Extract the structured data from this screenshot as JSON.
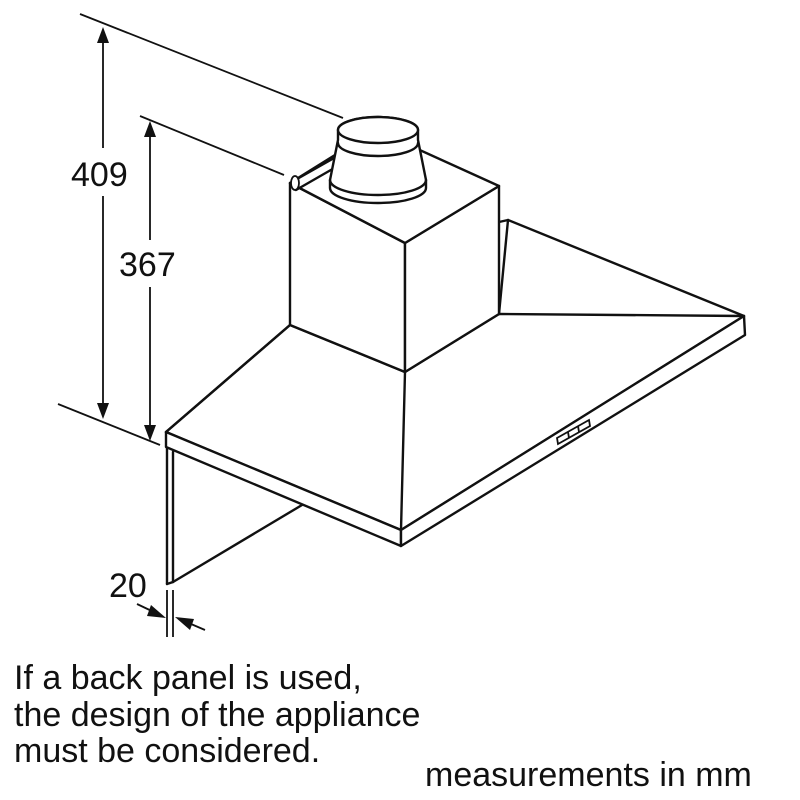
{
  "diagram": {
    "subject": "wall-mounted chimney cooker hood, isometric dimension drawing",
    "dimensions": {
      "overall_height": "409",
      "canopy_to_top_height": "367",
      "back_panel_thickness": "20"
    },
    "note": {
      "lines": [
        "If a back panel is used,",
        "the design of the appliance",
        "must be considered."
      ]
    },
    "units_label": "measurements in mm",
    "colors": {
      "line": "#111111",
      "background": "#ffffff"
    }
  }
}
